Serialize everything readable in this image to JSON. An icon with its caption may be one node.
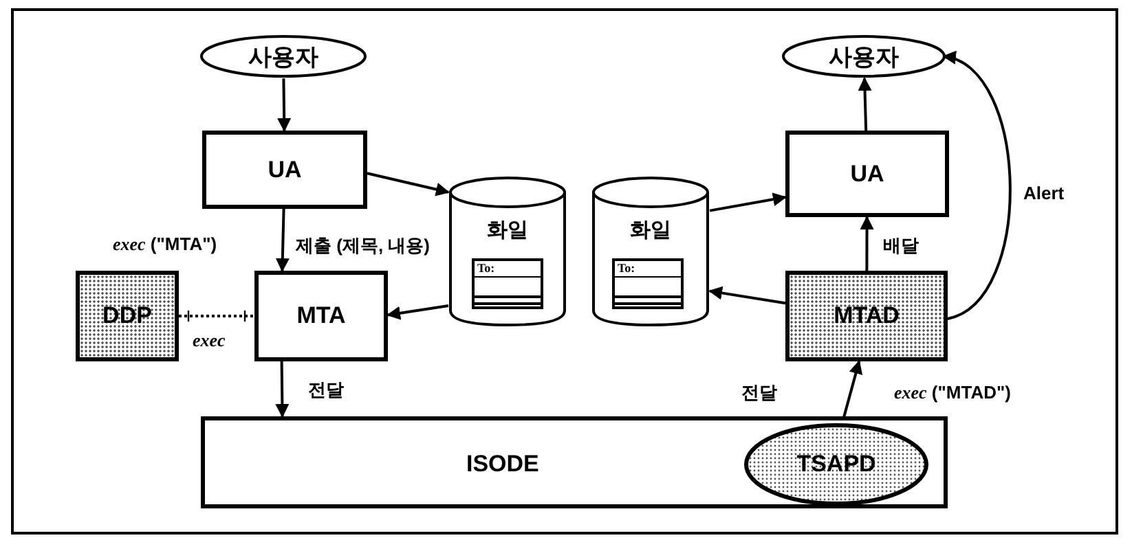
{
  "diagram": {
    "nodes": [
      {
        "text": [
          "사용자"
        ]
      },
      {
        "text": [
          "사용자"
        ]
      },
      {
        "text": [
          "UA"
        ]
      },
      {
        "text": [
          "UA"
        ]
      },
      {
        "text": [
          "화일"
        ]
      },
      {
        "text": [
          "화일"
        ]
      },
      {
        "text": [
          "DDP"
        ]
      },
      {
        "text": [
          "MTA"
        ]
      },
      {
        "text": [
          "MTAD"
        ]
      },
      {
        "text": [
          "ISODE"
        ]
      },
      {
        "text": [
          "TSAPD"
        ],
        "in": 9
      },
      {
        "text": [
          "To:"
        ],
        "in": 4
      },
      {
        "text": [
          "To:"
        ],
        "in": 5
      }
    ],
    "edges": [
      {
        "from": 0,
        "to": 2,
        "arrow": "to"
      },
      {
        "from": 2,
        "to": 7,
        "arrow": "to",
        "label": "제출 (제목, 내용)"
      },
      {
        "from": 2,
        "to": 4,
        "arrow": "to"
      },
      {
        "from": 4,
        "to": 7,
        "arrow": "to"
      },
      {
        "from": 6,
        "to": 7,
        "arrow": "other",
        "style": "dashed",
        "label": "*exec*"
      },
      {
        "from": 7,
        "to": 9,
        "arrow": "to",
        "label": "전달"
      },
      {
        "from": 10,
        "to": 8,
        "arrow": "to",
        "label": "*exec* (\"MTAD\")"
      },
      {
        "from": 8,
        "to": 3,
        "arrow": "to",
        "label": "배달"
      },
      {
        "from": 8,
        "to": 5,
        "arrow": "to"
      },
      {
        "from": 5,
        "to": 3,
        "arrow": "to"
      },
      {
        "from": 3,
        "to": 1,
        "arrow": "to"
      },
      {
        "from": 8,
        "to": 1,
        "arrow": "to",
        "label": "Alert"
      }
    ],
    "labels": [
      "*exec* (\"MTA\")",
      "전달"
    ]
  }
}
